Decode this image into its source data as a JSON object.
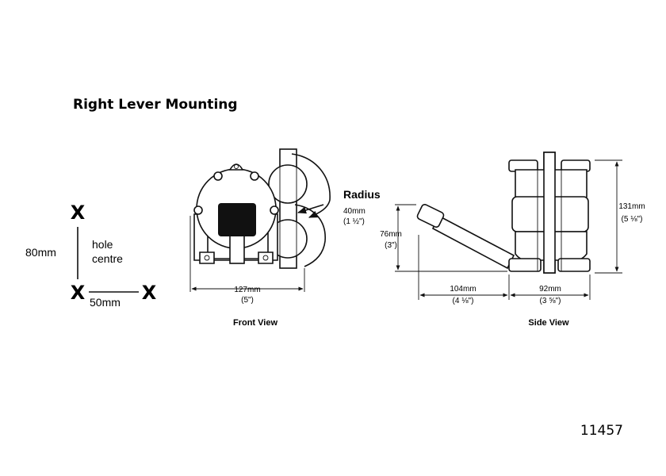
{
  "title": "Right Lever Mounting",
  "hole_marker": "X",
  "hole_label": {
    "line1": "hole",
    "line2": "centre"
  },
  "vertical_spacing": "80mm",
  "horizontal_spacing": "50mm",
  "radius_label": "Radius",
  "radius_mm": "40mm",
  "radius_in": "(1 ½\")",
  "front_width_mm": "127mm",
  "front_width_in": "(5\")",
  "front_view_caption": "Front View",
  "side_height_mm": "76mm",
  "side_height_in": "(3\")",
  "side_lever_mm": "104mm",
  "side_lever_in": "(4 ⅛\")",
  "side_body_mm": "92mm",
  "side_body_in": "(3 ⅝\")",
  "side_total_mm": "131mm",
  "side_total_in": "(5 ⅛\")",
  "side_view_caption": "Side View",
  "drawing_code": "11457",
  "colors": {
    "ink": "#111111",
    "background": "#ffffff"
  }
}
